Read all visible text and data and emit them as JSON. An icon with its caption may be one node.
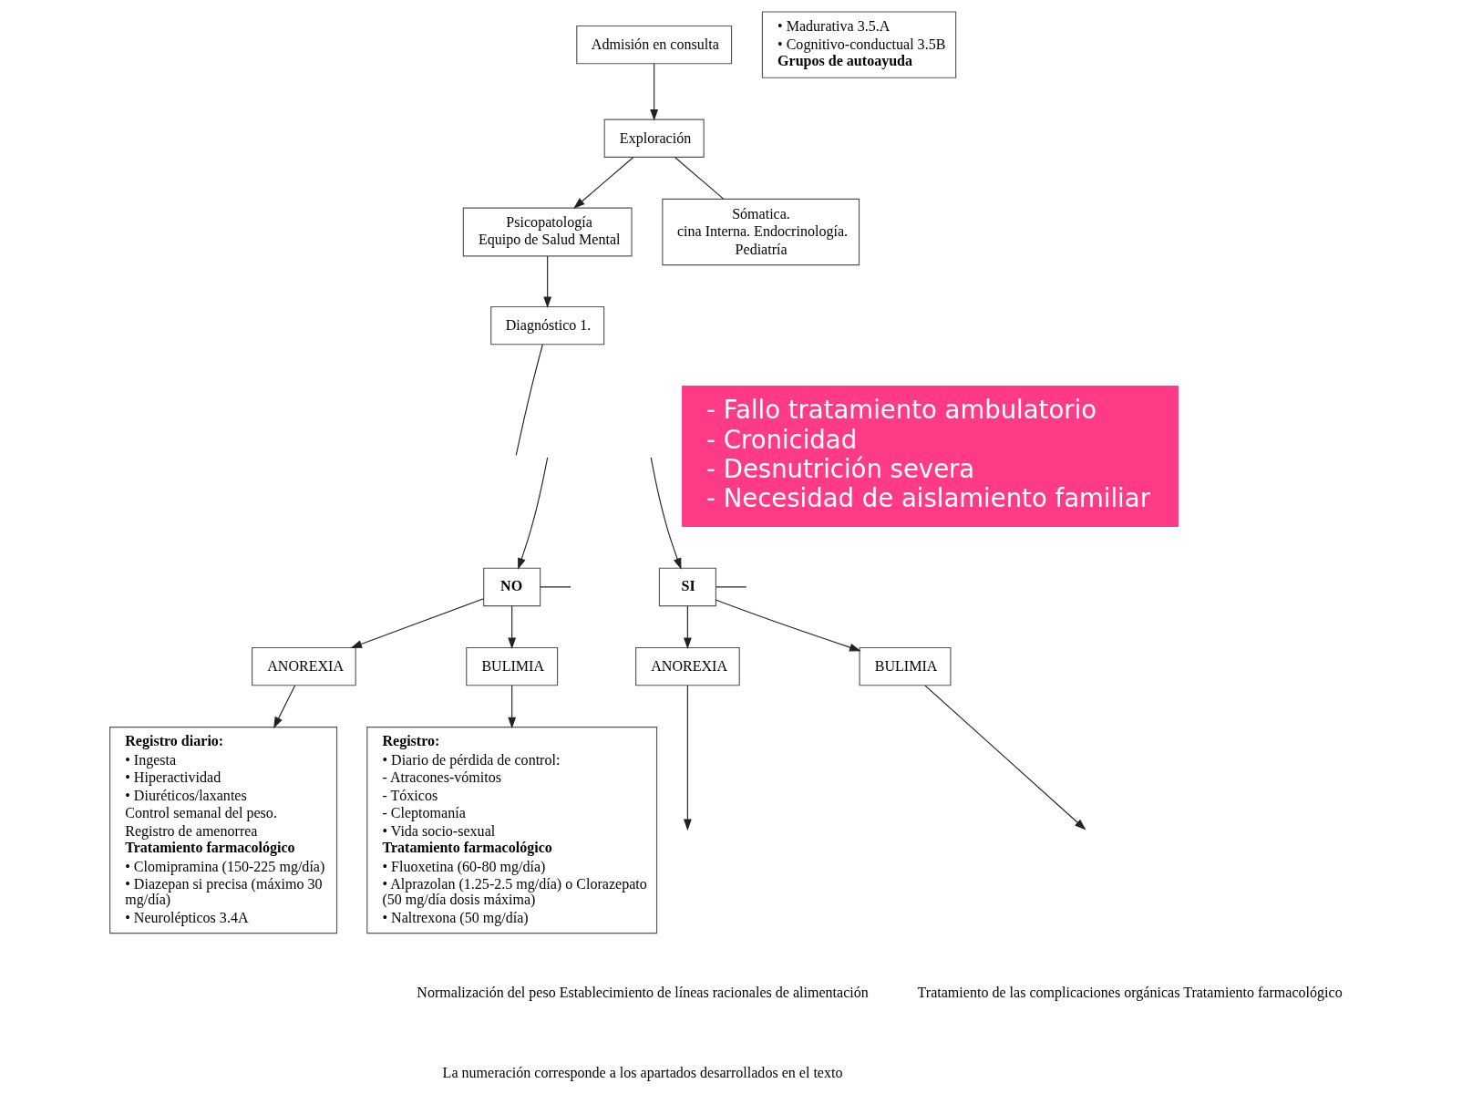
{
  "diagram": {
    "nodes": [
      {
        "text": [
          "Admisión en consulta"
        ]
      },
      {
        "text": [
          "Exploración"
        ]
      },
      {
        "text": [
          "Psicopatología",
          "Equipo de Salud Mental"
        ]
      },
      {
        "text": [
          "Diagnóstico 1."
        ]
      },
      {
        "text": [
          "Sómatica.",
          "cina Interna. Endocrinología.",
          "Pediatría"
        ]
      },
      {
        "text": [
          "- Fallo tratamiento ambulatorio",
          "- Cronicidad",
          "- Desnutrición severa",
          "- Necesidad de aislamiento familiar"
        ]
      },
      {
        "text": [
          "NO"
        ]
      },
      {
        "text": [
          "SI"
        ]
      },
      {
        "text": [
          "ANOREXIA"
        ]
      },
      {
        "text": [
          "BULIMIA"
        ]
      },
      {
        "text": [
          "• Madurativa 3.5.A",
          "• Cognitivo-conductual 3.5B",
          "Grupos de autoayuda"
        ]
      },
      {
        "text": [
          "ANOREXIA"
        ]
      },
      {
        "text": [
          "BULIMIA"
        ]
      },
      {
        "text": [
          "Registro diario:",
          "• Ingesta",
          "• Hiperactividad",
          "• Diuréticos/laxantes",
          "Control semanal del peso.",
          "Registro de amenorrea",
          "Tratamiento farmacológico",
          "• Clomipramina (150-225 mg/día)",
          "• Diazepan si precisa (máximo 30 mg/día)",
          "• Neurolépticos 3.4A"
        ]
      },
      {
        "text": [
          "Registro:",
          "• Diario de pérdida de control:",
          "- Atracones-vómitos",
          "- Tóxicos",
          "- Cleptomanía",
          "• Vida socio-sexual",
          "Tratamiento farmacológico",
          "• Fluoxetina (60-80 mg/día)",
          "• Alprazolan (1.25-2.5 mg/día) o Clorazepato (50 mg/día dosis máxima)",
          "• Naltrexona (50 mg/día)"
        ]
      }
    ],
    "edges": [
      {
        "from": 0,
        "to": 1,
        "arrow": "to"
      },
      {
        "from": 1,
        "to": 2,
        "arrow": "to"
      },
      {
        "from": 1,
        "to": 4,
        "arrow": "none"
      },
      {
        "from": 2,
        "to": 3,
        "arrow": "to"
      },
      {
        "from": 3,
        "to": null,
        "arrow": "none"
      },
      {
        "from": null,
        "to": 6,
        "arrow": "to"
      },
      {
        "from": null,
        "to": 7,
        "arrow": "to"
      },
      {
        "from": 6,
        "to": null,
        "arrow": "none"
      },
      {
        "from": 7,
        "to": null,
        "arrow": "none"
      },
      {
        "from": 6,
        "to": 8,
        "arrow": "to"
      },
      {
        "from": 6,
        "to": 9,
        "arrow": "to"
      },
      {
        "from": 7,
        "to": 11,
        "arrow": "to"
      },
      {
        "from": 7,
        "to": 12,
        "arrow": "to"
      },
      {
        "from": 8,
        "to": 13,
        "arrow": "to"
      },
      {
        "from": 9,
        "to": 14,
        "arrow": "to"
      },
      {
        "from": 11,
        "to": null,
        "arrow": "to"
      },
      {
        "from": 12,
        "to": null,
        "arrow": "to"
      }
    ],
    "labels": [
      "Normalización del peso Establecimiento de líneas racionales de alimentación",
      "Tratamiento de las complicaciones orgánicas Tratamiento farmacológico",
      "La numeración corresponde a los apartados desarrollados en el texto"
    ]
  }
}
